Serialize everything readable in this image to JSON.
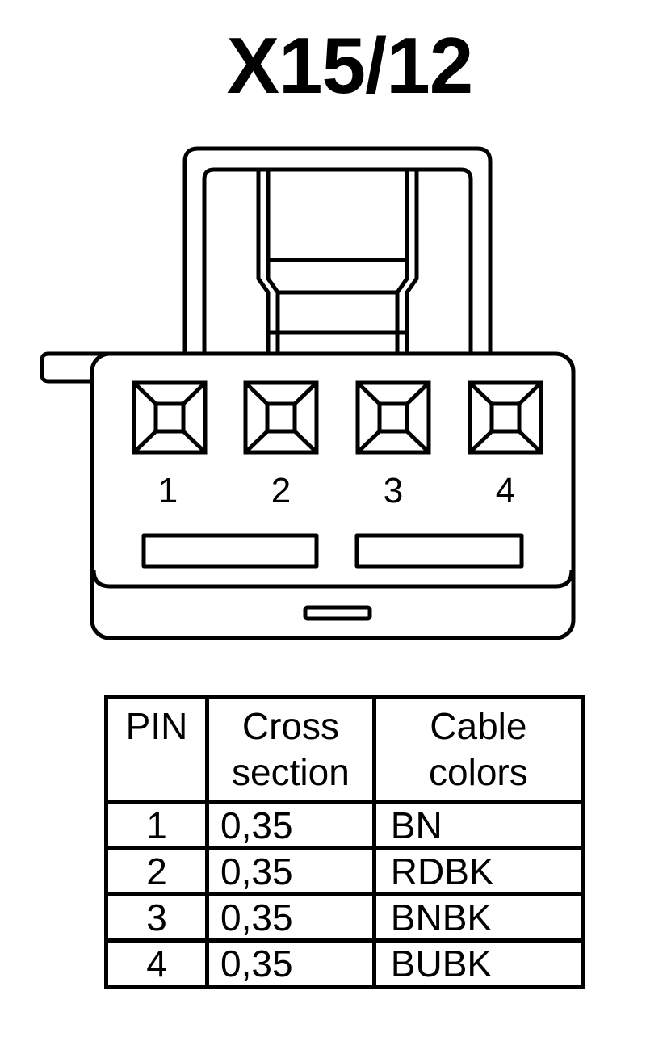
{
  "title": "X15/12",
  "connector": {
    "pins": [
      "1",
      "2",
      "3",
      "4"
    ]
  },
  "table": {
    "headers": {
      "pin": "PIN",
      "cross_section": [
        "Cross",
        "section"
      ],
      "cable_colors": [
        "Cable",
        "colors"
      ]
    },
    "rows": [
      {
        "pin": "1",
        "cross_section": "0,35",
        "color": "BN"
      },
      {
        "pin": "2",
        "cross_section": "0,35",
        "color": "RDBK"
      },
      {
        "pin": "3",
        "cross_section": "0,35",
        "color": "BNBK"
      },
      {
        "pin": "4",
        "cross_section": "0,35",
        "color": "BUBK"
      }
    ]
  },
  "colors": {
    "line": "#000000",
    "background": "#ffffff"
  }
}
